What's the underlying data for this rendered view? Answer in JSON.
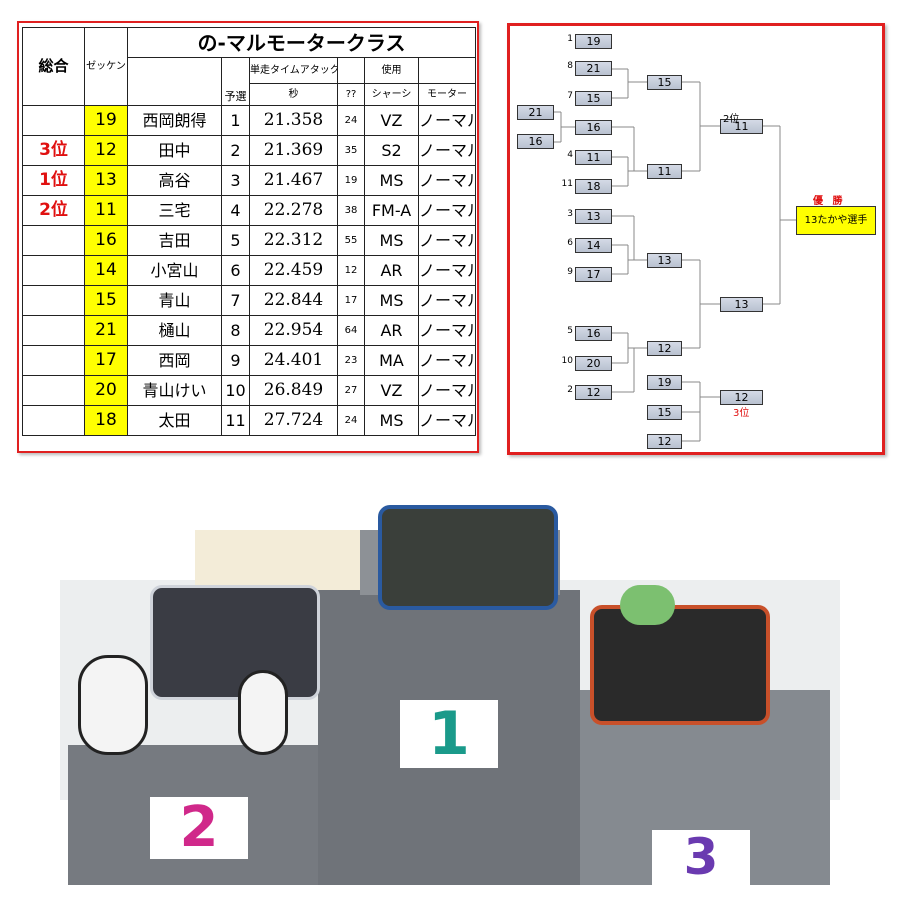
{
  "table": {
    "title": "の-マルモータークラス",
    "headers": {
      "overall": "総合",
      "zekken": "ゼッケン",
      "qual": "予選",
      "time_attack": "単走タイムアタック",
      "seconds": "秒",
      "unknown": "??",
      "use": "使用",
      "chassis": "シャーシ",
      "motor": "モーター"
    },
    "rows": [
      {
        "overall": "",
        "zekken": "19",
        "name": "西岡朗得",
        "qual": "1",
        "time": "21.358",
        "n": "24",
        "chassis": "VZ",
        "motor": "ノーマル"
      },
      {
        "overall": "3位",
        "zekken": "12",
        "name": "田中",
        "qual": "2",
        "time": "21.369",
        "n": "35",
        "chassis": "S2",
        "motor": "ノーマル"
      },
      {
        "overall": "1位",
        "zekken": "13",
        "name": "高谷",
        "qual": "3",
        "time": "21.467",
        "n": "19",
        "chassis": "MS",
        "motor": "ノーマル"
      },
      {
        "overall": "2位",
        "zekken": "11",
        "name": "三宅",
        "qual": "4",
        "time": "22.278",
        "n": "38",
        "chassis": "FM-A",
        "motor": "ノーマル"
      },
      {
        "overall": "",
        "zekken": "16",
        "name": "吉田",
        "qual": "5",
        "time": "22.312",
        "n": "55",
        "chassis": "MS",
        "motor": "ノーマル"
      },
      {
        "overall": "",
        "zekken": "14",
        "name": "小宮山",
        "qual": "6",
        "time": "22.459",
        "n": "12",
        "chassis": "AR",
        "motor": "ノーマル"
      },
      {
        "overall": "",
        "zekken": "15",
        "name": "青山",
        "qual": "7",
        "time": "22.844",
        "n": "17",
        "chassis": "MS",
        "motor": "ノーマル"
      },
      {
        "overall": "",
        "zekken": "21",
        "name": "樋山",
        "qual": "8",
        "time": "22.954",
        "n": "64",
        "chassis": "AR",
        "motor": "ノーマル"
      },
      {
        "overall": "",
        "zekken": "17",
        "name": "西岡",
        "qual": "9",
        "time": "24.401",
        "n": "23",
        "chassis": "MA",
        "motor": "ノーマル"
      },
      {
        "overall": "",
        "zekken": "20",
        "name": "青山けい",
        "qual": "10",
        "time": "26.849",
        "n": "27",
        "chassis": "VZ",
        "motor": "ノーマル"
      },
      {
        "overall": "",
        "zekken": "18",
        "name": "太田",
        "qual": "11",
        "time": "27.724",
        "n": "24",
        "chassis": "MS",
        "motor": "ノーマル"
      }
    ]
  },
  "bracket": {
    "round1": [
      {
        "seed": "1",
        "num": "19"
      },
      {
        "seed": "8",
        "num": "21"
      },
      {
        "seed": "7",
        "num": "15"
      },
      {
        "seed": "",
        "num": "16"
      },
      {
        "seed": "4",
        "num": "11"
      },
      {
        "seed": "11",
        "num": "18"
      },
      {
        "seed": "3",
        "num": "13"
      },
      {
        "seed": "6",
        "num": "14"
      },
      {
        "seed": "9",
        "num": "17"
      },
      {
        "seed": "5",
        "num": "16"
      },
      {
        "seed": "10",
        "num": "20"
      },
      {
        "seed": "2",
        "num": "12"
      }
    ],
    "play_in": [
      "21",
      "16"
    ],
    "round2": [
      "15",
      "11",
      "13",
      "12",
      "19",
      "15",
      "12"
    ],
    "final_left": "11",
    "final_right": "13",
    "third": "12",
    "second_label": "2位",
    "third_label": "3位",
    "winner_label": "優 勝",
    "winner": "13たかや選手"
  },
  "photo": {
    "podium": [
      "1",
      "2",
      "3"
    ],
    "colors": {
      "first": "#1a9a8a",
      "second": "#d0288a",
      "third": "#6a3ab0"
    }
  }
}
